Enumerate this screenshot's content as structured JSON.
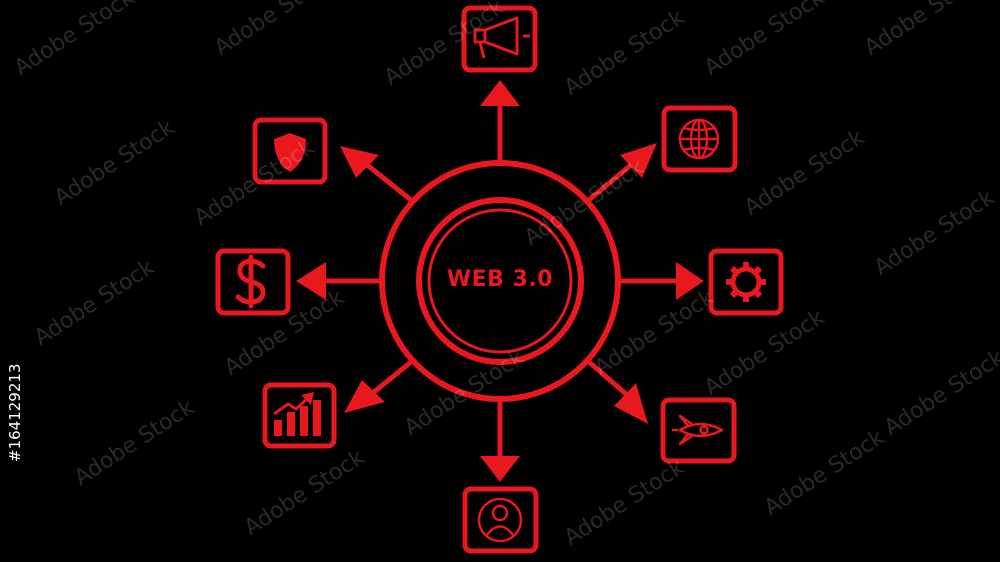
{
  "center": {
    "label": "WEB 3.0"
  },
  "colors": {
    "accent": "#e8181e",
    "background": "#000000",
    "watermark": "#ffffff"
  },
  "nodes": [
    {
      "id": "top",
      "icon": "megaphone-icon"
    },
    {
      "id": "top-right",
      "icon": "globe-icon"
    },
    {
      "id": "right",
      "icon": "gear-icon"
    },
    {
      "id": "bottom-right",
      "icon": "rocket-icon"
    },
    {
      "id": "bottom",
      "icon": "user-profile-icon"
    },
    {
      "id": "bottom-left",
      "icon": "growth-chart-icon"
    },
    {
      "id": "left",
      "icon": "dollar-icon"
    },
    {
      "id": "top-left",
      "icon": "shield-icon"
    }
  ],
  "watermark": {
    "text": "Adobe Stock",
    "id": "#164129213"
  }
}
